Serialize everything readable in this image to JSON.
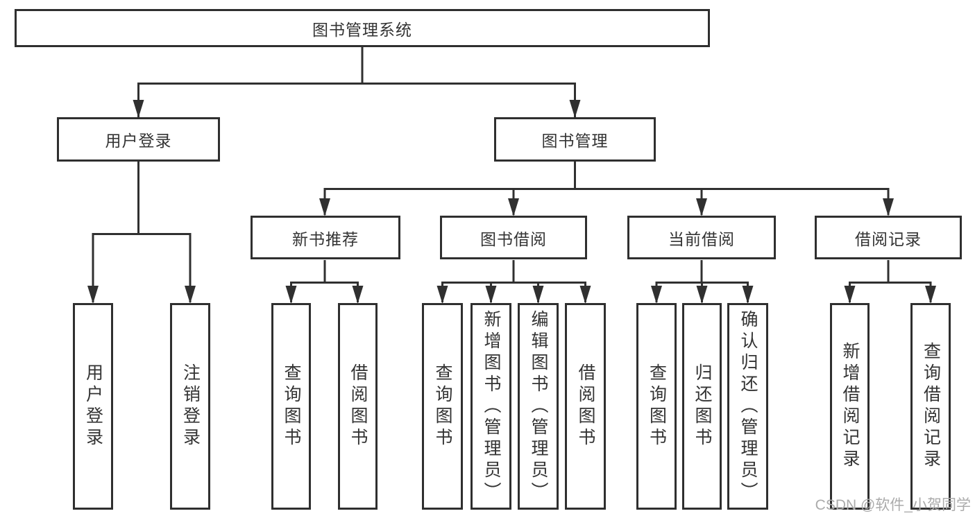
{
  "tree": {
    "root": {
      "label": "图书管理系统",
      "children": [
        {
          "label": "用户登录",
          "children": [
            {
              "label": "用户登录"
            },
            {
              "label": "注销登录"
            }
          ]
        },
        {
          "label": "图书管理",
          "children": [
            {
              "label": "新书推荐",
              "children": [
                {
                  "label": "查询图书"
                },
                {
                  "label": "借阅图书"
                }
              ]
            },
            {
              "label": "图书借阅",
              "children": [
                {
                  "label": "查询图书"
                },
                {
                  "label": "新增图书（管理员）"
                },
                {
                  "label": "编辑图书（管理员）"
                },
                {
                  "label": "借阅图书"
                }
              ]
            },
            {
              "label": "当前借阅",
              "children": [
                {
                  "label": "查询图书"
                },
                {
                  "label": "归还图书"
                },
                {
                  "label": "确认归还（管理员）"
                }
              ]
            },
            {
              "label": "借阅记录",
              "children": [
                {
                  "label": "新增借阅记录"
                },
                {
                  "label": "查询借阅记录"
                }
              ]
            }
          ]
        }
      ]
    }
  },
  "watermark": "CSDN @软件_小贺同学",
  "colors": {
    "line": "#303030",
    "border": "#2f2f2f",
    "text": "#333333",
    "watermark": "#ababab",
    "background": "#ffffff"
  }
}
